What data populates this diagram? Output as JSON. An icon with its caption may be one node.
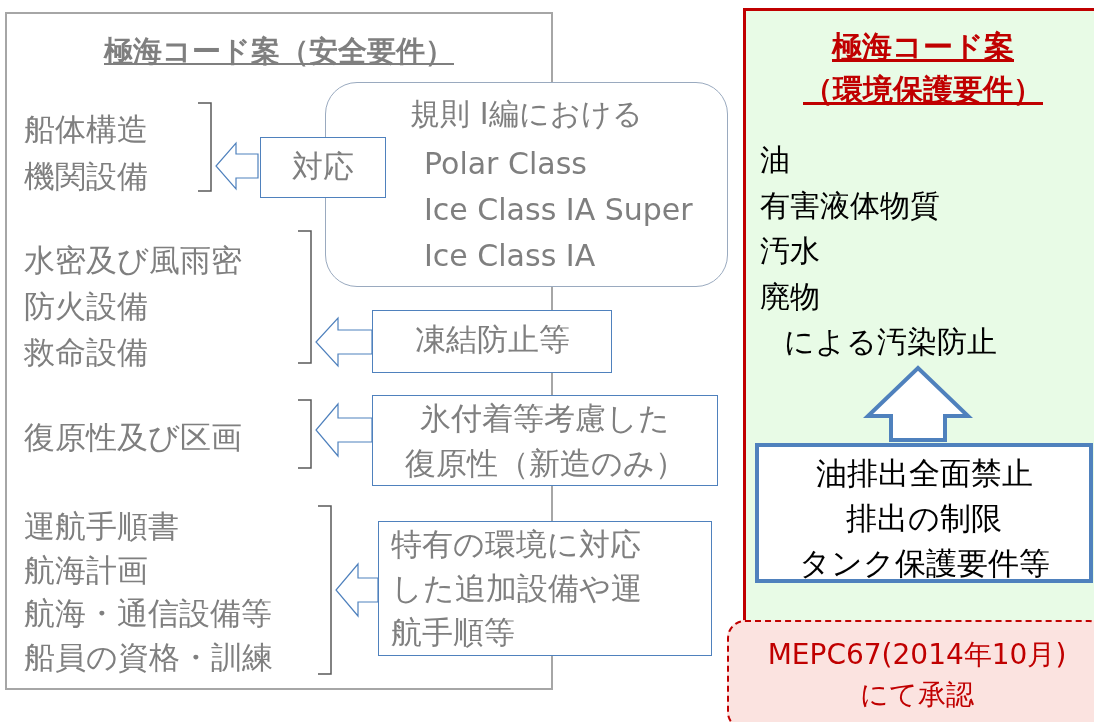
{
  "diagram": {
    "nodes": [
      {
        "text": [
          "極海コード案（安全要件）"
        ]
      },
      {
        "text": [
          "船体構造",
          "機関設備"
        ],
        "in": 0
      },
      {
        "text": [
          "水密及び風雨密",
          "防火設備",
          "救命設備"
        ],
        "in": 0
      },
      {
        "text": [
          "復原性及び区画"
        ],
        "in": 0
      },
      {
        "text": [
          "運航手順書",
          "航海計画",
          "航海・通信設備等",
          "船員の資格・訓練"
        ],
        "in": 0
      },
      {
        "text": [
          "規則 I編における",
          "Polar Class",
          "Ice Class IA Super",
          "Ice Class IA"
        ]
      },
      {
        "text": [
          "対応"
        ],
        "in": 0
      },
      {
        "text": [
          "凍結防止等"
        ]
      },
      {
        "text": [
          "氷付着等考慮した",
          "復原性（新造のみ）"
        ]
      },
      {
        "text": [
          "特有の環境に対応した追加設備や運航手順等"
        ]
      },
      {
        "text": [
          "極海コード案（環境保護要件）"
        ]
      },
      {
        "text": [
          "油",
          "有害液体物質",
          "汚水",
          "廃物",
          "による汚染防止"
        ],
        "in": 10
      },
      {
        "text": [
          "油排出全面禁止",
          "排出の制限",
          "タンク保護要件等"
        ],
        "in": 10
      },
      {
        "text": [
          "MEPC67(2014年10月)",
          "にて承認"
        ]
      }
    ],
    "edges": [
      {
        "from": 6,
        "to": 1,
        "arrow": "to"
      },
      {
        "from": 7,
        "to": 2,
        "arrow": "to"
      },
      {
        "from": 8,
        "to": 3,
        "arrow": "to"
      },
      {
        "from": 9,
        "to": 4,
        "arrow": "to"
      },
      {
        "from": 12,
        "to": 11,
        "arrow": "to",
        "style": "thick"
      }
    ]
  }
}
